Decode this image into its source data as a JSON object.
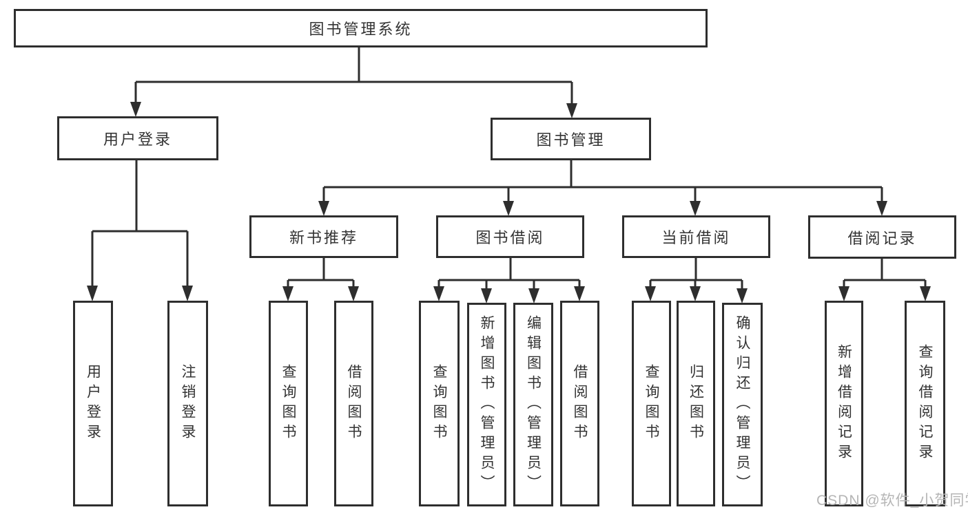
{
  "diagram": {
    "title": "图书管理系统",
    "colors": {
      "line": "#2e2e2e",
      "text": "#333333",
      "watermark": "#b5b5b5",
      "background": "#ffffff"
    },
    "nodes": {
      "root": "图书管理系统",
      "user_login": "用户登录",
      "book_management": "图书管理",
      "new_book_recommend": "新书推荐",
      "book_borrowing": "图书借阅",
      "current_borrowing": "当前借阅",
      "borrowing_records": "借阅记录",
      "leaf_user_login": "用户登录",
      "leaf_logout": "注销登录",
      "leaf_nb_query_books": "查询图书",
      "leaf_nb_borrow_books": "借阅图书",
      "leaf_bb_query_books": "查询图书",
      "leaf_bb_add_books": "新增图书（管理员）",
      "leaf_bb_edit_books": "编辑图书（管理员）",
      "leaf_bb_borrow_books": "借阅图书",
      "leaf_cb_query_books": "查询图书",
      "leaf_cb_return_books": "归还图书",
      "leaf_cb_confirm_return": "确认归还（管理员）",
      "leaf_br_add_record": "新增借阅记录",
      "leaf_br_query_record": "查询借阅记录"
    },
    "watermark": "CSDN @软件_小贺同学"
  }
}
